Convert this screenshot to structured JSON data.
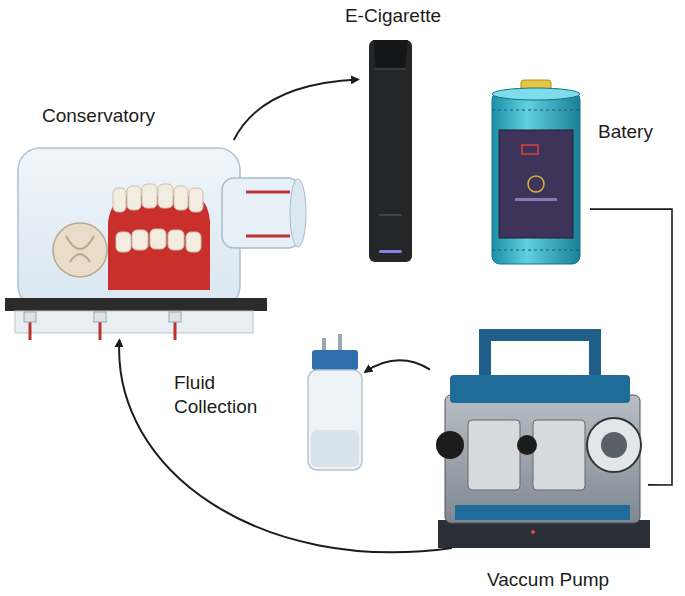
{
  "diagram": {
    "nodes": [
      {
        "text": [
          "E-Cigarette"
        ]
      },
      {
        "text": [
          "Conservatory"
        ]
      },
      {
        "text": [
          "Batery"
        ]
      },
      {
        "text": [
          "Fluid Collection"
        ]
      },
      {
        "text": [
          "Vaccum Pump"
        ]
      }
    ],
    "edges": [
      {
        "from": 1,
        "to": 0,
        "arrow": "to"
      },
      {
        "from": 2,
        "to": 4,
        "arrow": "none"
      },
      {
        "from": 4,
        "to": 3,
        "arrow": "to"
      },
      {
        "from": 4,
        "to": 1,
        "arrow": "to"
      }
    ]
  }
}
